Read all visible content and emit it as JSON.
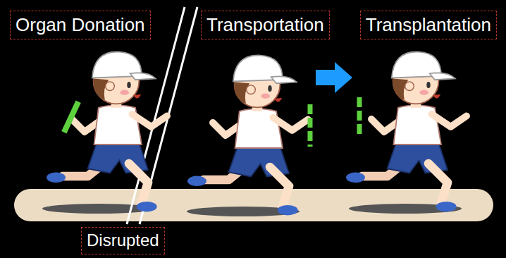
{
  "diagram": {
    "nodes": [
      {
        "text": [
          "Organ Donation"
        ]
      },
      {
        "text": [
          "Transportation"
        ]
      },
      {
        "text": [
          "Transplantation"
        ]
      },
      {
        "text": [
          "Disrupted"
        ]
      }
    ]
  }
}
